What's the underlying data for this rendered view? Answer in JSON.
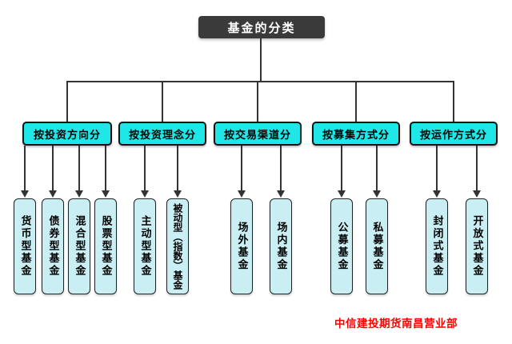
{
  "title": "基金的分类",
  "watermark": "中信建投期货南昌营业部",
  "colors": {
    "title_fill": "#3a3a3a",
    "title_text": "#ffffff",
    "category_fill": "#1fe7e7",
    "leaf_fill": "#c9eff4",
    "border": "#141414",
    "line": "#333333",
    "watermark_text": "#ff0000",
    "background": "#ffffff"
  },
  "chart_data": {
    "type": "tree-diagram",
    "root": "基金的分类",
    "branches": [
      {
        "label": "按投资方向分",
        "children": [
          "货币型基金",
          "债券型基金",
          "混合型基金",
          "股票型基金"
        ]
      },
      {
        "label": "按投资理念分",
        "children": [
          "主动型基金",
          "被动型（指数）基金"
        ]
      },
      {
        "label": "按交易渠道分",
        "children": [
          "场外基金",
          "场内基金"
        ]
      },
      {
        "label": "按募集方式分",
        "children": [
          "公募基金",
          "私募基金"
        ]
      },
      {
        "label": "按运作方式分",
        "children": [
          "封闭式基金",
          "开放式基金"
        ]
      }
    ]
  },
  "categories": [
    {
      "label": "按投资方向分",
      "children": [
        "货币型基金",
        "债券型基金",
        "混合型基金",
        "股票型基金"
      ]
    },
    {
      "label": "按投资理念分",
      "children": [
        "主动型基金",
        "被动型（指数）基金"
      ]
    },
    {
      "label": "按交易渠道分",
      "children": [
        "场外基金",
        "场内基金"
      ]
    },
    {
      "label": "按募集方式分",
      "children": [
        "公募基金",
        "私募基金"
      ]
    },
    {
      "label": "按运作方式分",
      "children": [
        "封闭式基金",
        "开放式基金"
      ]
    }
  ]
}
